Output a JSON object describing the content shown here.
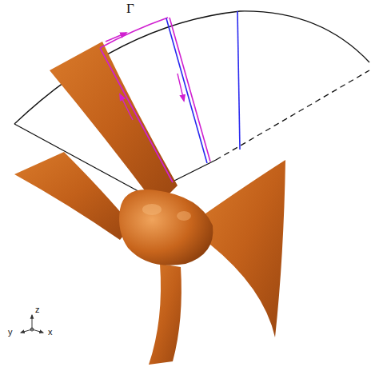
{
  "diagram": {
    "labels": [
      "Γ",
      "z",
      "y",
      "x"
    ]
  }
}
